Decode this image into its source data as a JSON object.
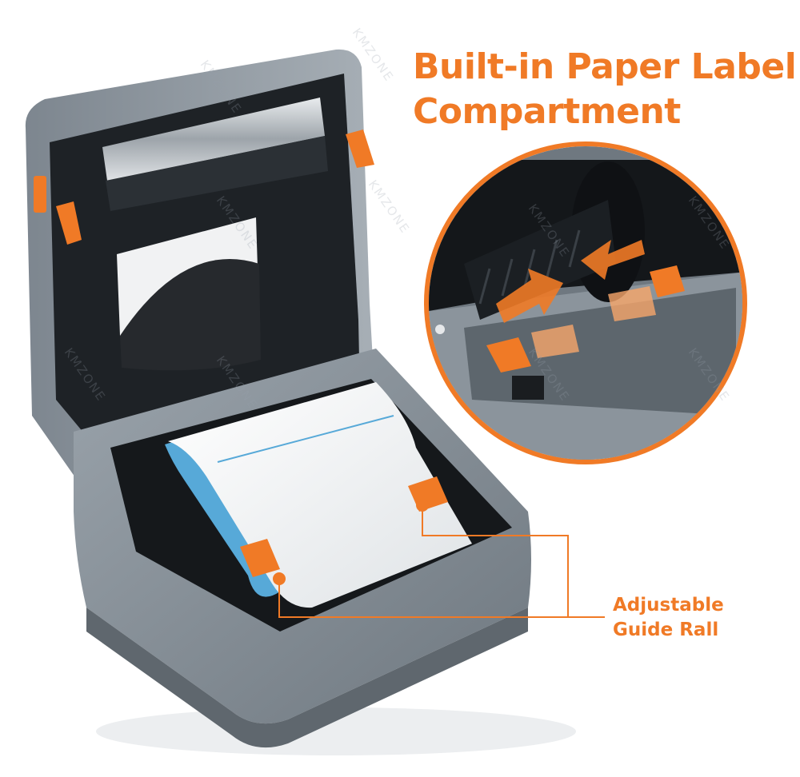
{
  "headline": {
    "line1": "Built-in Paper Label",
    "line2": "Compartment"
  },
  "callout": {
    "line1": "Adjustable",
    "line2": "Guide Rall"
  },
  "watermark": "KMZONE",
  "colors": {
    "accent": "#f07a26",
    "printer_body": "#8a939c",
    "printer_dark": "#1c1f22",
    "label_paper": "#f4f5f6",
    "liner_blue": "#57a9d8"
  }
}
